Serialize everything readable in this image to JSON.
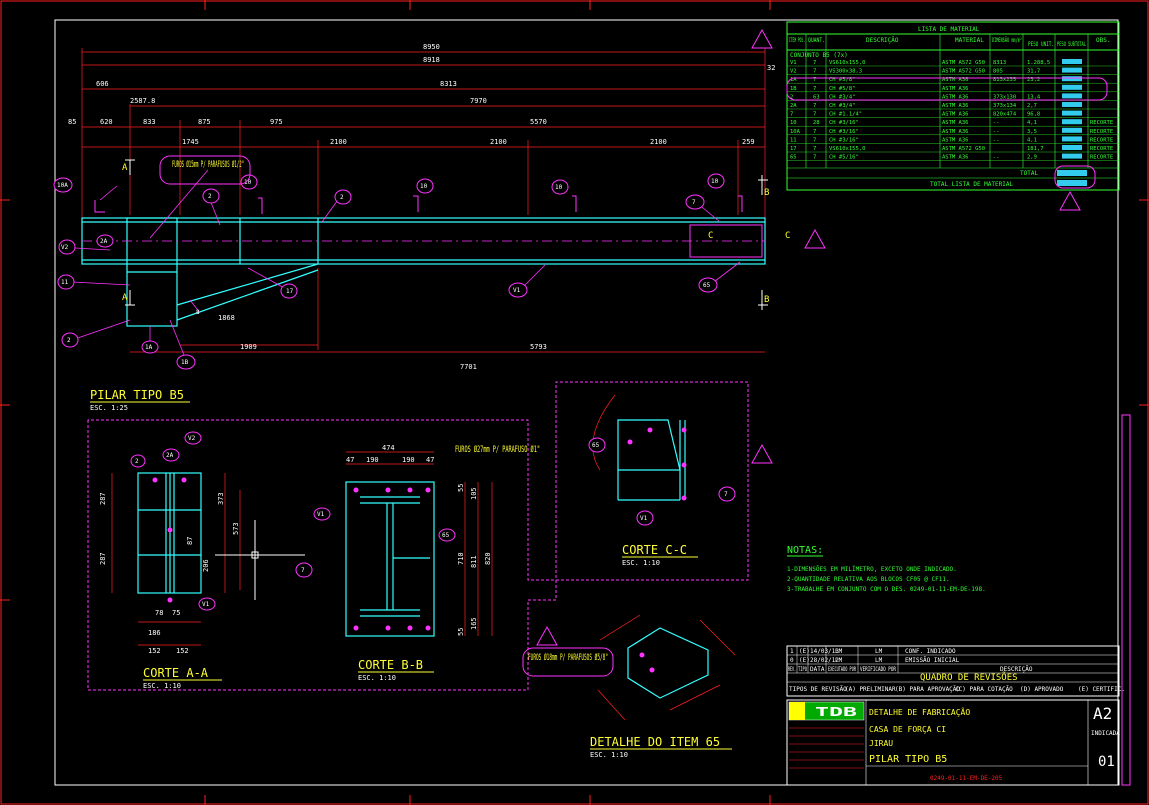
{
  "title_block": {
    "company": "TDB",
    "doc_type": "DETALHE DE FABRICAÇÃO",
    "project": "CASA DE FORÇA CI",
    "site": "JIRAU",
    "drawing_title": "PILAR TIPO B5",
    "sheet_format": "A2",
    "scale": "INDICADA",
    "revision": "01",
    "drawing_number": "0249-01-11-EM-DE-205"
  },
  "revisions": {
    "header": "QUADRO DE REVISÕES",
    "rows": [
      {
        "rev": "1",
        "tipo": "(E)",
        "date": "14/03/13",
        "por": "LM",
        "aprov": "LM",
        "desc": "CONF. INDICADO"
      },
      {
        "rev": "0",
        "tipo": "(E)",
        "date": "28/02/12",
        "por": "LM",
        "aprov": "LM",
        "desc": "EMISSÃO INICIAL"
      }
    ],
    "col_labels": [
      "REV.",
      "TIPO",
      "DATA",
      "EXECUTADO POR",
      "VERIFICADO POR",
      "DESCRIÇÃO"
    ],
    "types_legend": [
      "TIPOS DE REVISÃO",
      "(A) PRELIMINAR",
      "(B) PARA APROVAÇÃO",
      "(C) PARA COTAÇÃO",
      "(D) APROVADO",
      "(E) CERTIFIC."
    ]
  },
  "material_list": {
    "title": "LISTA DE MATERIAL",
    "headers": [
      "ITEM POS.",
      "QUANT.",
      "DESCRIÇÃO",
      "MATERIAL",
      "DIMENSÃO mm/m²",
      "PESO UNIT.",
      "PESO SUBTOTAL",
      "OBS."
    ],
    "group": "CONJUNTO B5 (7x)",
    "rows": [
      {
        "item": "V1",
        "qty": "7",
        "desc": "VS610x155,0",
        "mat": "ASTM A572 G50",
        "dim": "8313",
        "unit": "1.288,5",
        "obs": ""
      },
      {
        "item": "V2",
        "qty": "7",
        "desc": "VS300x38,3",
        "mat": "ASTM A572 G50",
        "dim": "805",
        "unit": "31,7",
        "obs": ""
      },
      {
        "item": "1A",
        "qty": "7",
        "desc": "CH #5/8\"",
        "mat": "ASTM A36",
        "dim": "813x235",
        "unit": "23,2",
        "obs": ""
      },
      {
        "item": "1B",
        "qty": "7",
        "desc": "CH #5/8\"",
        "mat": "ASTM A36",
        "dim": "",
        "unit": "",
        "obs": ""
      },
      {
        "item": "2",
        "qty": "63",
        "desc": "CH #3/4\"",
        "mat": "ASTM A36",
        "dim": "373x130",
        "unit": "13,4",
        "obs": ""
      },
      {
        "item": "2A",
        "qty": "7",
        "desc": "CH #3/4\"",
        "mat": "ASTM A36",
        "dim": "373x134",
        "unit": "2,7",
        "obs": ""
      },
      {
        "item": "7",
        "qty": "7",
        "desc": "CH #1.1/4\"",
        "mat": "ASTM A36",
        "dim": "820x474",
        "unit": "96,8",
        "obs": ""
      },
      {
        "item": "10",
        "qty": "28",
        "desc": "CH #3/16\"",
        "mat": "ASTM A36",
        "dim": "--",
        "unit": "4,1",
        "obs": "RECORTE"
      },
      {
        "item": "10A",
        "qty": "7",
        "desc": "CH #3/16\"",
        "mat": "ASTM A36",
        "dim": "--",
        "unit": "3,5",
        "obs": "RECORTE"
      },
      {
        "item": "11",
        "qty": "7",
        "desc": "CH #3/16\"",
        "mat": "ASTM A36",
        "dim": "--",
        "unit": "4,1",
        "obs": "RECORTE"
      },
      {
        "item": "17",
        "qty": "7",
        "desc": "VS610x155,0",
        "mat": "ASTM A572 G50",
        "dim": "",
        "unit": "181,7",
        "obs": "RECORTE"
      },
      {
        "item": "65",
        "qty": "7",
        "desc": "CH #5/16\"",
        "mat": "ASTM A36",
        "dim": "--",
        "unit": "2,9",
        "obs": "RECORTE"
      }
    ],
    "total_label": "TOTAL",
    "grand_total_label": "TOTAL LISTA DE MATERIAL"
  },
  "notes": {
    "title": "NOTAS:",
    "items": [
      "1-DIMENSÕES EM MILÍMETRO, EXCETO ONDE INDICADO.",
      "2-QUANTIDADE RELATIVA AOS BLOCOS CF05 @ CF11.",
      "3-TRABALHE EM CONJUNTO COM O DES. 0249-01-11-EM-DE-198."
    ]
  },
  "views": {
    "main": {
      "title": "PILAR TIPO B5",
      "scale": "ESC. 1:25"
    },
    "a": {
      "title": "CORTE A-A",
      "scale": "ESC. 1:10"
    },
    "b": {
      "title": "CORTE B-B",
      "scale": "ESC. 1:10"
    },
    "c": {
      "title": "CORTE C-C",
      "scale": "ESC. 1:10"
    },
    "d": {
      "title": "DETALHE DO ITEM 65",
      "scale": "ESC. 1:10"
    }
  },
  "callouts": {
    "holes_main": "FUROS Ø15mm P/ PARAFUSOS Ø1/2\"",
    "holes_b": "FUROS Ø27mm P/ PARAFUSO Ø1\"",
    "holes_d": "FUROS Ø18mm P/ PARAFUSOS Ø5/8\""
  },
  "dimensions": {
    "top": [
      "8950",
      "8918",
      "8313",
      "7970",
      "5570",
      "606",
      "2587.8",
      "85",
      "620",
      "833",
      "1745",
      "875",
      "975",
      "2100",
      "2100",
      "2100",
      "259",
      "32"
    ],
    "bottom": [
      "1909",
      "5793",
      "7701",
      "1868"
    ],
    "cut_b": [
      "474",
      "47",
      "190",
      "190",
      "47",
      "55",
      "105",
      "710",
      "811",
      "820",
      "165",
      "55"
    ],
    "cut_a": [
      "287",
      "287",
      "373",
      "573",
      "206",
      "87",
      "78",
      "75",
      "186",
      "152",
      "152"
    ]
  },
  "item_tags": [
    "10A",
    "V2",
    "2A",
    "11",
    "2",
    "1A",
    "1B",
    "8",
    "17",
    "V1",
    "65",
    "7",
    "10",
    "C",
    "B",
    "A"
  ],
  "colors": {
    "magenta": "#ff33ff",
    "cyan": "#33ffff",
    "yellow": "#ffff33",
    "red": "#ff2020",
    "green": "#33ff33",
    "white": "#ffffff"
  }
}
